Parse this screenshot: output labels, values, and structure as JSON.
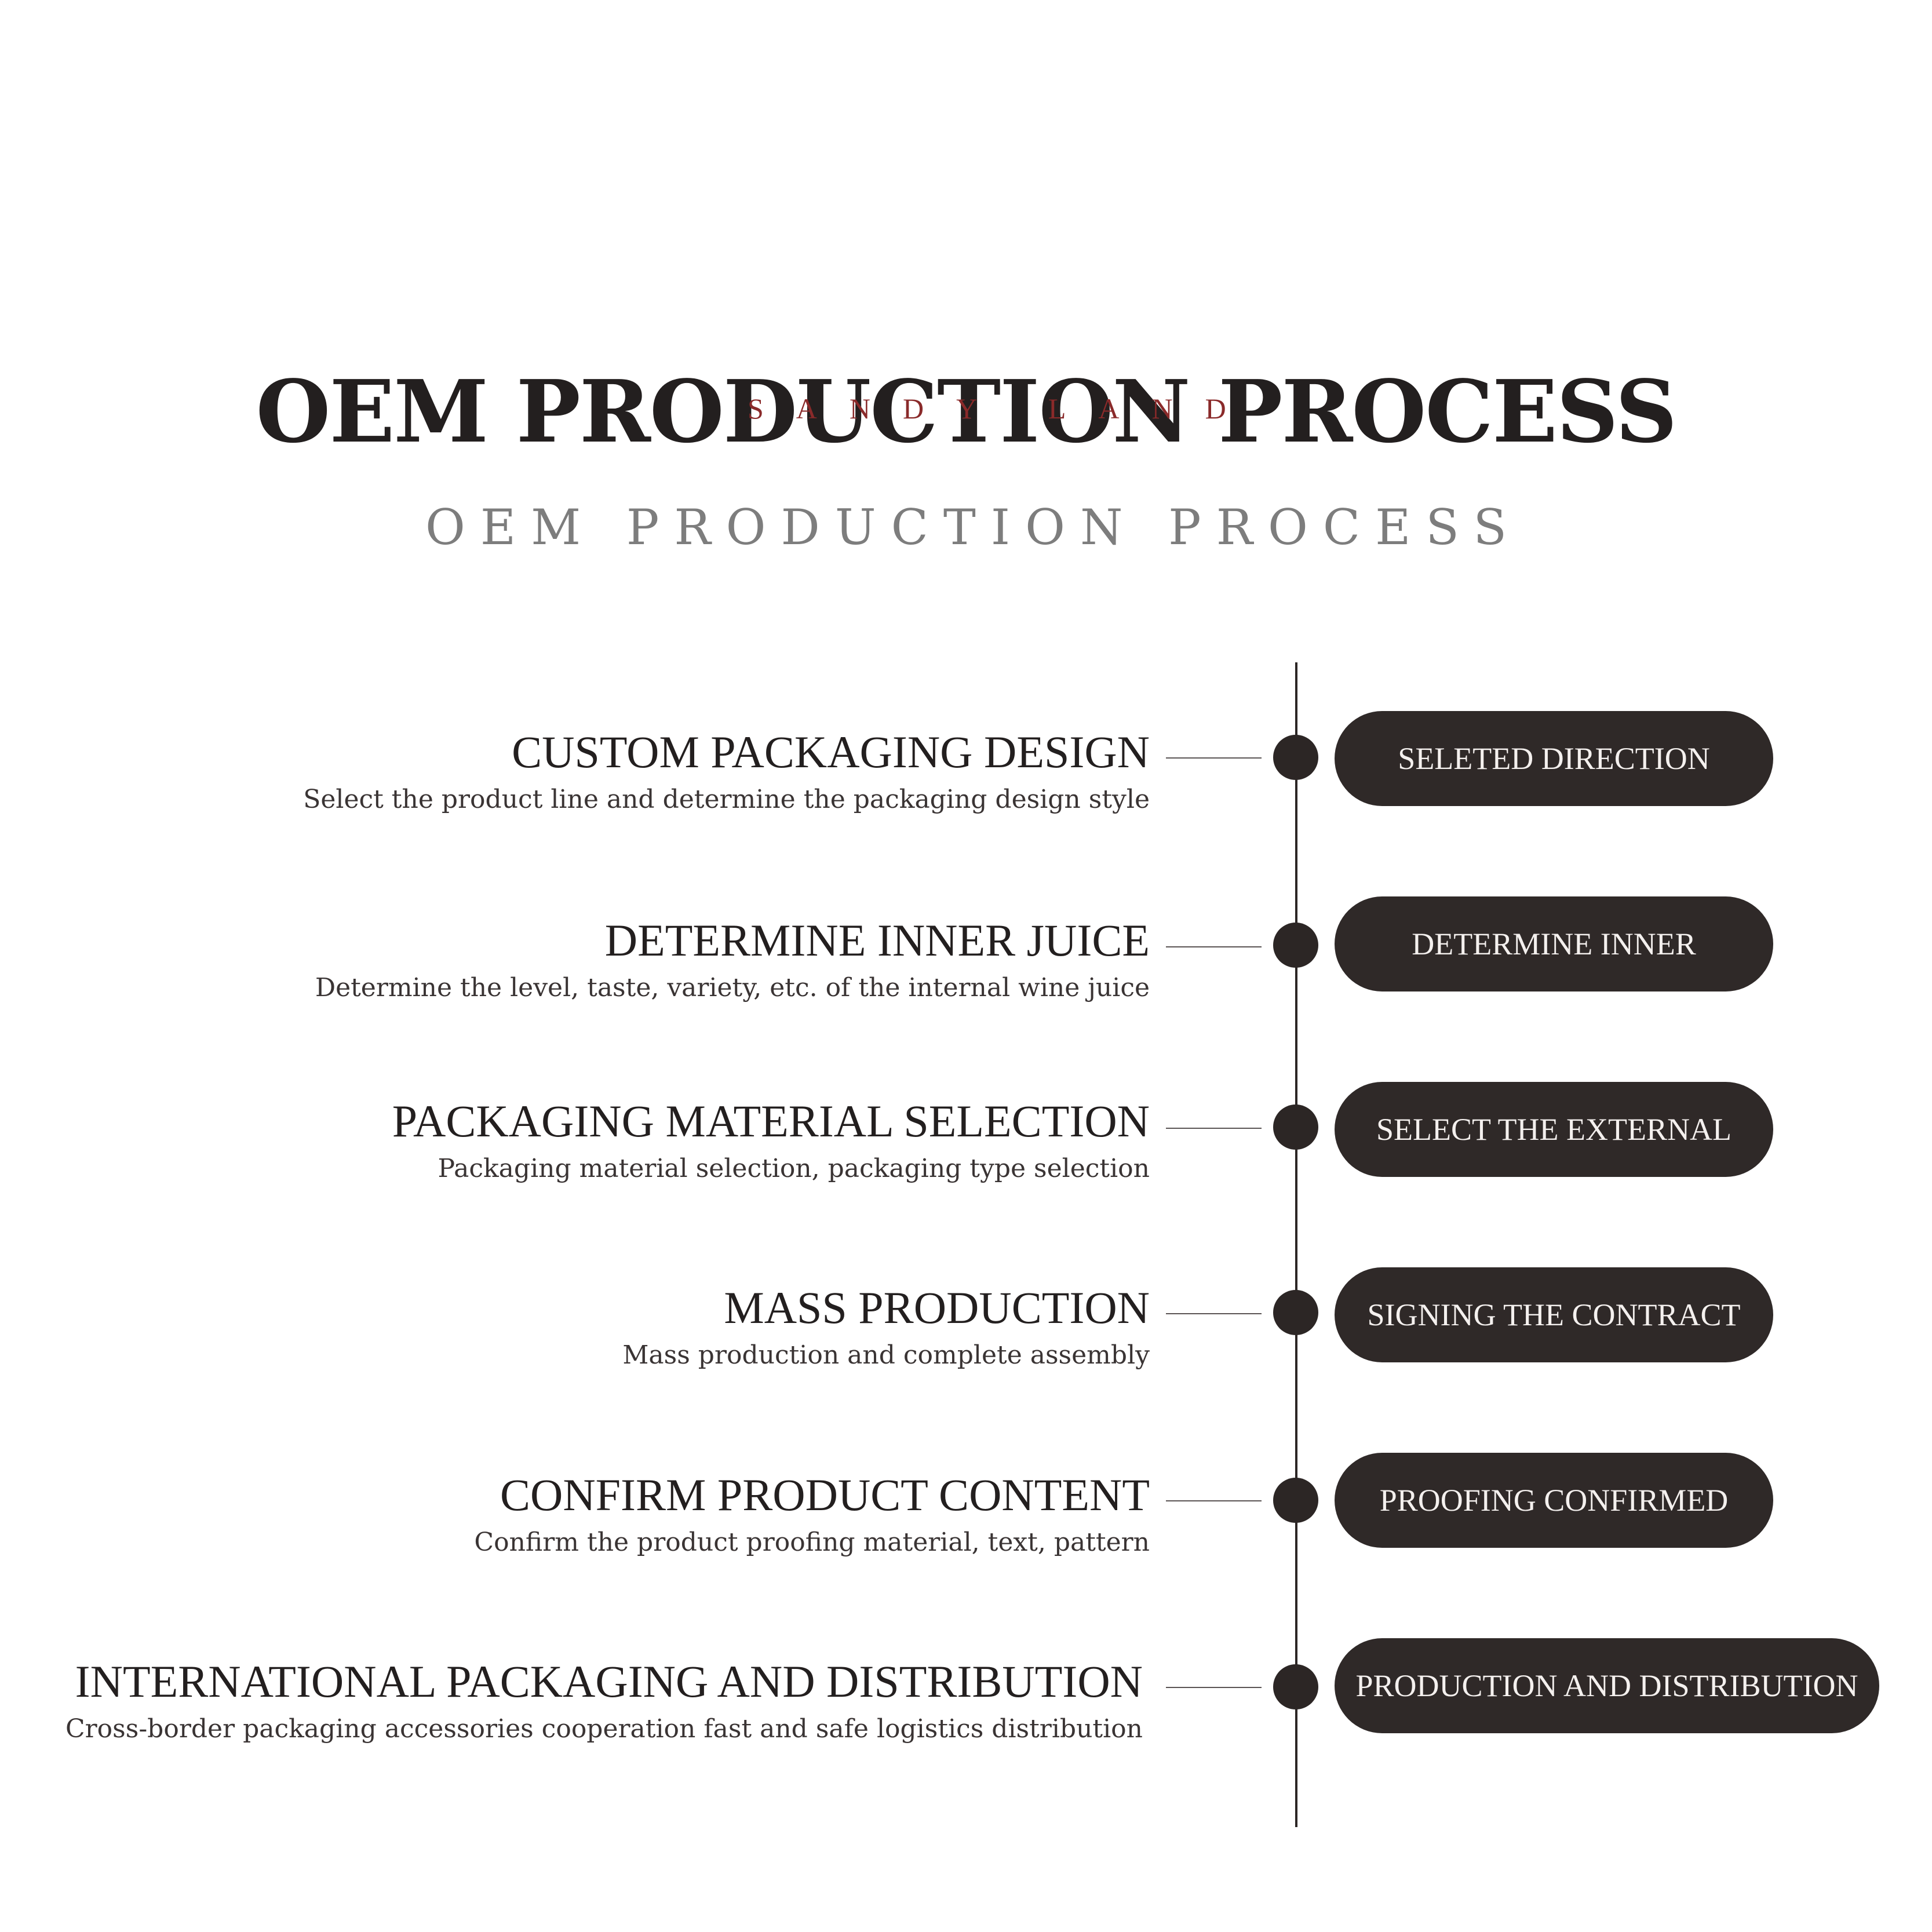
{
  "header": {
    "title": "OEM PRODUCTION PROCESS",
    "brand": "SANDY LAND",
    "subtitle": "OEM PRODUCTION PROCESS"
  },
  "steps": [
    {
      "title": "CUSTOM PACKAGING DESIGN",
      "description": "Select the product line and determine the packaging design style",
      "label": "SELETED DIRECTION"
    },
    {
      "title": "DETERMINE INNER JUICE",
      "description": "Determine the level, taste, variety, etc. of the internal wine juice",
      "label": "DETERMINE INNER"
    },
    {
      "title": "PACKAGING MATERIAL SELECTION",
      "description": "Packaging material selection, packaging type selection",
      "label": "SELECT THE EXTERNAL"
    },
    {
      "title": "MASS PRODUCTION",
      "description": "Mass production and complete assembly",
      "label": "SIGNING THE CONTRACT"
    },
    {
      "title": "CONFIRM PRODUCT CONTENT",
      "description": "Confirm the product proofing material, text, pattern",
      "label": "PROOFING CONFIRMED"
    },
    {
      "title": "INTERNATIONAL PACKAGING AND DISTRIBUTION",
      "description": "Cross-border packaging accessories cooperation fast and safe logistics distribution",
      "label": "PRODUCTION AND DISTRIBUTION"
    }
  ],
  "colors": {
    "text_dark": "#231f1f",
    "accent_brand": "#8a2a2a",
    "subtitle_gray": "#7d7d7d",
    "pill_bg": "#2f2928",
    "pill_text": "#f4f0ee"
  }
}
